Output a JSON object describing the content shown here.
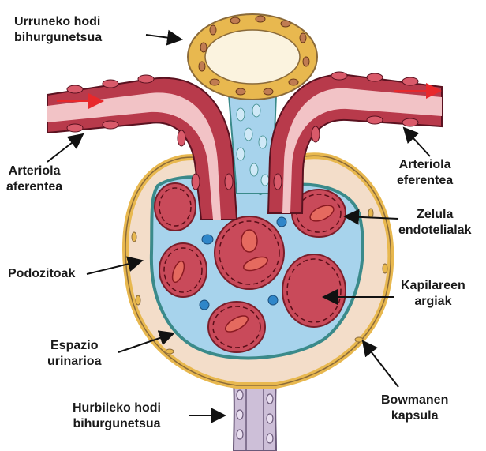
{
  "labels": {
    "dct": {
      "line1": "Urruneko hodi",
      "line2": "bihurgunetsua"
    },
    "afferent": {
      "line1": "Arteriola",
      "line2": "aferentea"
    },
    "efferent": {
      "line1": "Arteriola",
      "line2": "eferentea"
    },
    "endothelial": {
      "line1": "Zelula",
      "line2": "endotelialak"
    },
    "podocytes": {
      "line1": "Podozitoak"
    },
    "capillary": {
      "line1": "Kapilareen",
      "line2": "argiak"
    },
    "space": {
      "line1": "Espazio",
      "line2": "urinarioa"
    },
    "bowman": {
      "line1": "Bowmanen",
      "line2": "kapsula"
    },
    "pct": {
      "line1": "Hurbileko hodi",
      "line2": "bihurgunetsua"
    }
  },
  "colors": {
    "arteriole_wall": "#b83a4b",
    "arteriole_lumen": "#f2c3c6",
    "capillary": "#c94a5a",
    "capsule": "#f3ddc9",
    "capsule_rim": "#e8b84f",
    "mesangium": "#a7d3ec",
    "flow_arrow": "#e8282b"
  }
}
